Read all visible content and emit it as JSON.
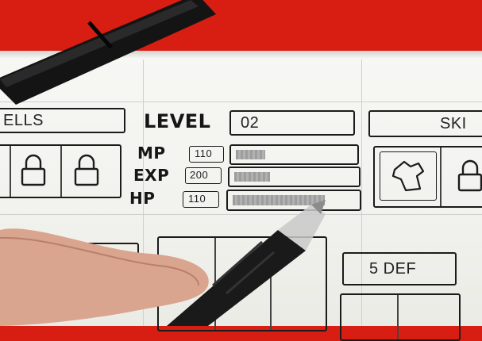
{
  "left_panel": {
    "label": "ELLS"
  },
  "right_panel": {
    "label": "SKI"
  },
  "level": {
    "label": "LEVEL",
    "value": "02"
  },
  "stats": [
    {
      "label": "MP",
      "value": "110",
      "fill": 0.25
    },
    {
      "label": "EXP",
      "value": "200",
      "fill": 0.3
    },
    {
      "label": "HP",
      "value": "110",
      "fill": 0.75
    }
  ],
  "def_button": {
    "label": "5 DEF"
  },
  "icons": [
    "lock-icon",
    "lock-icon",
    "armor-icon",
    "lock-icon"
  ],
  "colors": {
    "background": "#d81d12",
    "paper": "#f4f4f1",
    "ink": "#1b1b1b",
    "bar_fill": "#a7a7a7"
  }
}
